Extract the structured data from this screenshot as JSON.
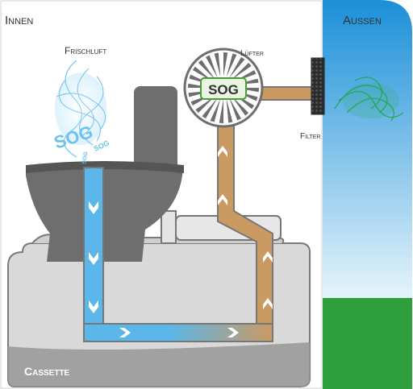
{
  "labels": {
    "inside": "Innen",
    "outside": "Außen",
    "fresh_air": "Frischluft",
    "fan": "Lüfter",
    "filter": "Filter",
    "cassette": "Cassette"
  },
  "badges": {
    "fan_badge": "SOG",
    "suction_large": "SOG",
    "suction_small_a": "SOG",
    "suction_small_b": "SOG"
  },
  "colors": {
    "sky_top": "#1b8fd8",
    "sky_bottom": "#e6f4fb",
    "grass": "#2f9e3c",
    "duct_blue": "#5bb7ea",
    "duct_brown": "#cb9a63",
    "toilet_gray": "#6e6e6e",
    "cassette_gray": "#d9d9d9",
    "fresh_air": "#6cc2ef",
    "exhaust_air": "#1fa84a",
    "filter_dark": "#2b2b2b"
  },
  "icons": {
    "fan": "fan-icon",
    "fresh_air": "fresh-air-swirl-icon",
    "exhaust": "exhaust-swirl-icon",
    "flow_arrows": "chevron-arrow-icon"
  }
}
